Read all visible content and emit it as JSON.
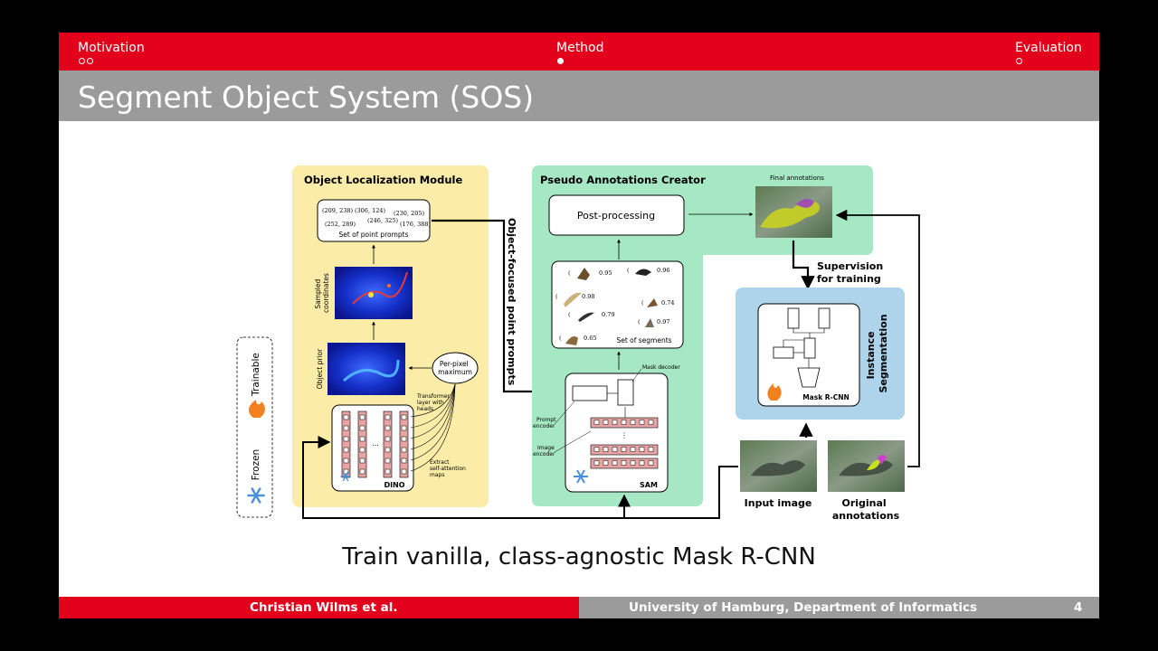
{
  "nav": {
    "items": [
      {
        "label": "Motivation"
      },
      {
        "label": "Method"
      },
      {
        "label": "Evaluation"
      }
    ]
  },
  "title": "Segment Object System (SOS)",
  "diagram": {
    "olm_title": "Object Localization Module",
    "coords": [
      "(209, 238)",
      "(306, 124)",
      "(230, 205)",
      "(252, 289)",
      "(246, 325)",
      "(176, 388)"
    ],
    "point_prompts_label": "Set of point prompts",
    "sampled_coordinates_label": [
      "Sampled",
      "coordinates"
    ],
    "object_prior_label": "Object prior",
    "per_pixel_label": [
      "Per-pixel",
      "maximum"
    ],
    "transformer_label": [
      "Transformer",
      "layer with",
      "heads"
    ],
    "extract_label": [
      "Extract",
      "self-attention",
      "maps"
    ],
    "dino_label": "DINO",
    "ellipsis": "...",
    "vertical_arrow_label": "Object-focused point prompts",
    "pac_title": "Pseudo Annotations Creator",
    "post_processing_label": "Post-processing",
    "final_annotations_label": "Final annotations",
    "segment_scores": [
      "0.95",
      "0.96",
      "0.98",
      "0.74",
      "0.79",
      "0.97",
      "0.65"
    ],
    "set_of_segments_label": "Set of segments",
    "mask_decoder_label": "Mask decoder",
    "prompt_encoder_label": [
      "Prompt",
      "encoder"
    ],
    "image_encoder_label": [
      "Image",
      "encoder"
    ],
    "sam_label": "SAM",
    "supervision_label": [
      "Supervision",
      "for training"
    ],
    "instance_segmentation_label": [
      "Instance",
      "Segmentation"
    ],
    "mask_rcnn_label": "Mask R-CNN",
    "input_image_label": "Input image",
    "original_annotations_label": [
      "Original",
      "annotations"
    ],
    "legend_trainable": "Trainable",
    "legend_frozen": "Frozen",
    "colors": {
      "olm_bg": "#fbeca8",
      "pac_bg": "#a6e8c4",
      "is_bg": "#aed4ec",
      "fire": "#f4811f",
      "snowflake": "#4a90d9"
    }
  },
  "caption": "Train vanilla, class-agnostic Mask R-CNN",
  "footer": {
    "author": "Christian Wilms et al.",
    "institution": "University of Hamburg, Department of Informatics",
    "page": "4"
  }
}
